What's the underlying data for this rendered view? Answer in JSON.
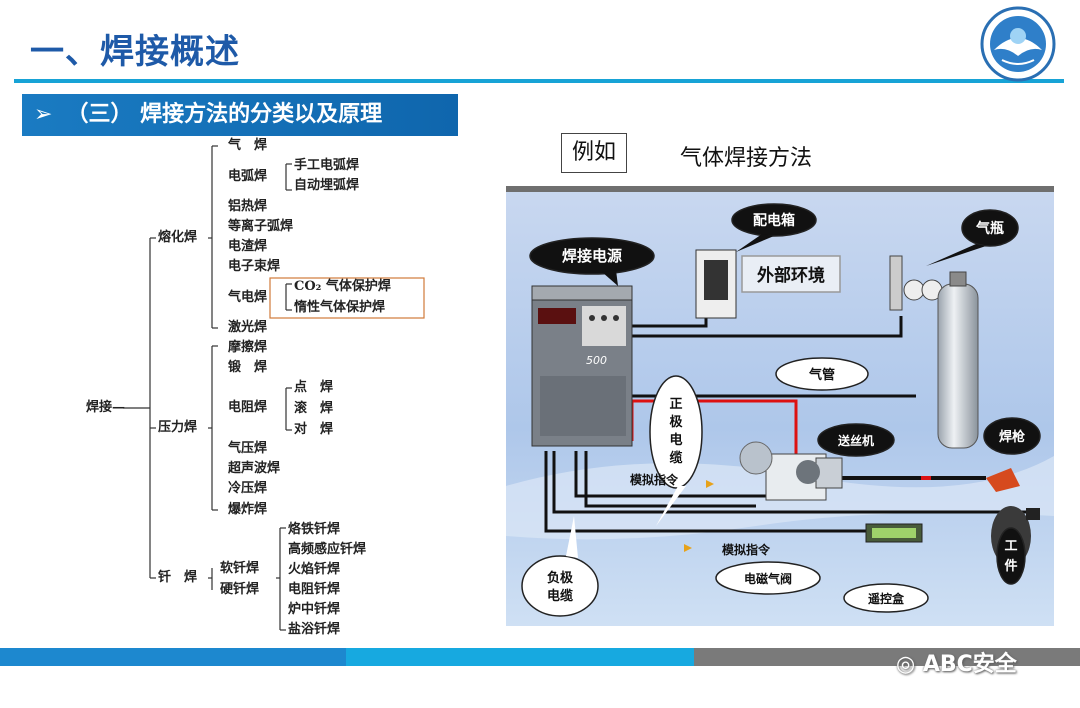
{
  "page": {
    "title": "一、焊接概述",
    "section": {
      "arrow": "➢",
      "label": "（三）  焊接方法的分类以及原理"
    }
  },
  "tree": {
    "root": "焊接—",
    "fusion": {
      "label": "熔化焊",
      "items": [
        "气　焊",
        "电弧焊",
        "铝热焊",
        "等离子弧焊",
        "电渣焊",
        "电子束焊",
        "气电焊",
        "激光焊"
      ],
      "arc_sub": [
        "手工电弧焊",
        "自动埋弧焊"
      ],
      "gas_sub": [
        "CO₂ 气体保护焊",
        "惰性气体保护焊"
      ]
    },
    "pressure": {
      "label": "压力焊",
      "items": [
        "摩擦焊",
        "锻　焊",
        "电阻焊",
        "气压焊",
        "超声波焊",
        "冷压焊",
        "爆炸焊"
      ],
      "resistance_sub": [
        "点　焊",
        "滚　焊",
        "对　焊"
      ]
    },
    "brazing": {
      "label": "钎　焊",
      "items": [
        "软钎焊",
        "硬钎焊"
      ],
      "sub": [
        "烙铁钎焊",
        "高频感应钎焊",
        "火焰钎焊",
        "电阻钎焊",
        "炉中钎焊",
        "盐浴钎焊"
      ]
    }
  },
  "example": {
    "tag": "例如",
    "text": "气体焊接方法"
  },
  "diagram": {
    "labels": {
      "power_source": "焊接电源",
      "distribution_box": "配电箱",
      "environment": "外部环境",
      "gas_cylinder": "气瓶",
      "gas_hose": "气管",
      "positive_cable": [
        "正",
        "极",
        "电",
        "缆"
      ],
      "wire_feeder": "送丝机",
      "torch": "焊枪",
      "analog_cmd_1": "模拟指令",
      "analog_cmd_2": "模拟指令",
      "negative_cable": [
        "负极",
        "电缆"
      ],
      "solenoid_valve": "电磁气阀",
      "remote_box": "遥控盒",
      "workpiece": [
        "工",
        "件"
      ],
      "machine_model": "500"
    }
  },
  "watermark": "ABC安全",
  "colors": {
    "title": "#1e5aa8",
    "rule": "#17a3d6",
    "section": "#1a7bc2",
    "footer": [
      "#1d88cf",
      "#17a9e0",
      "#7a7a7a"
    ]
  }
}
